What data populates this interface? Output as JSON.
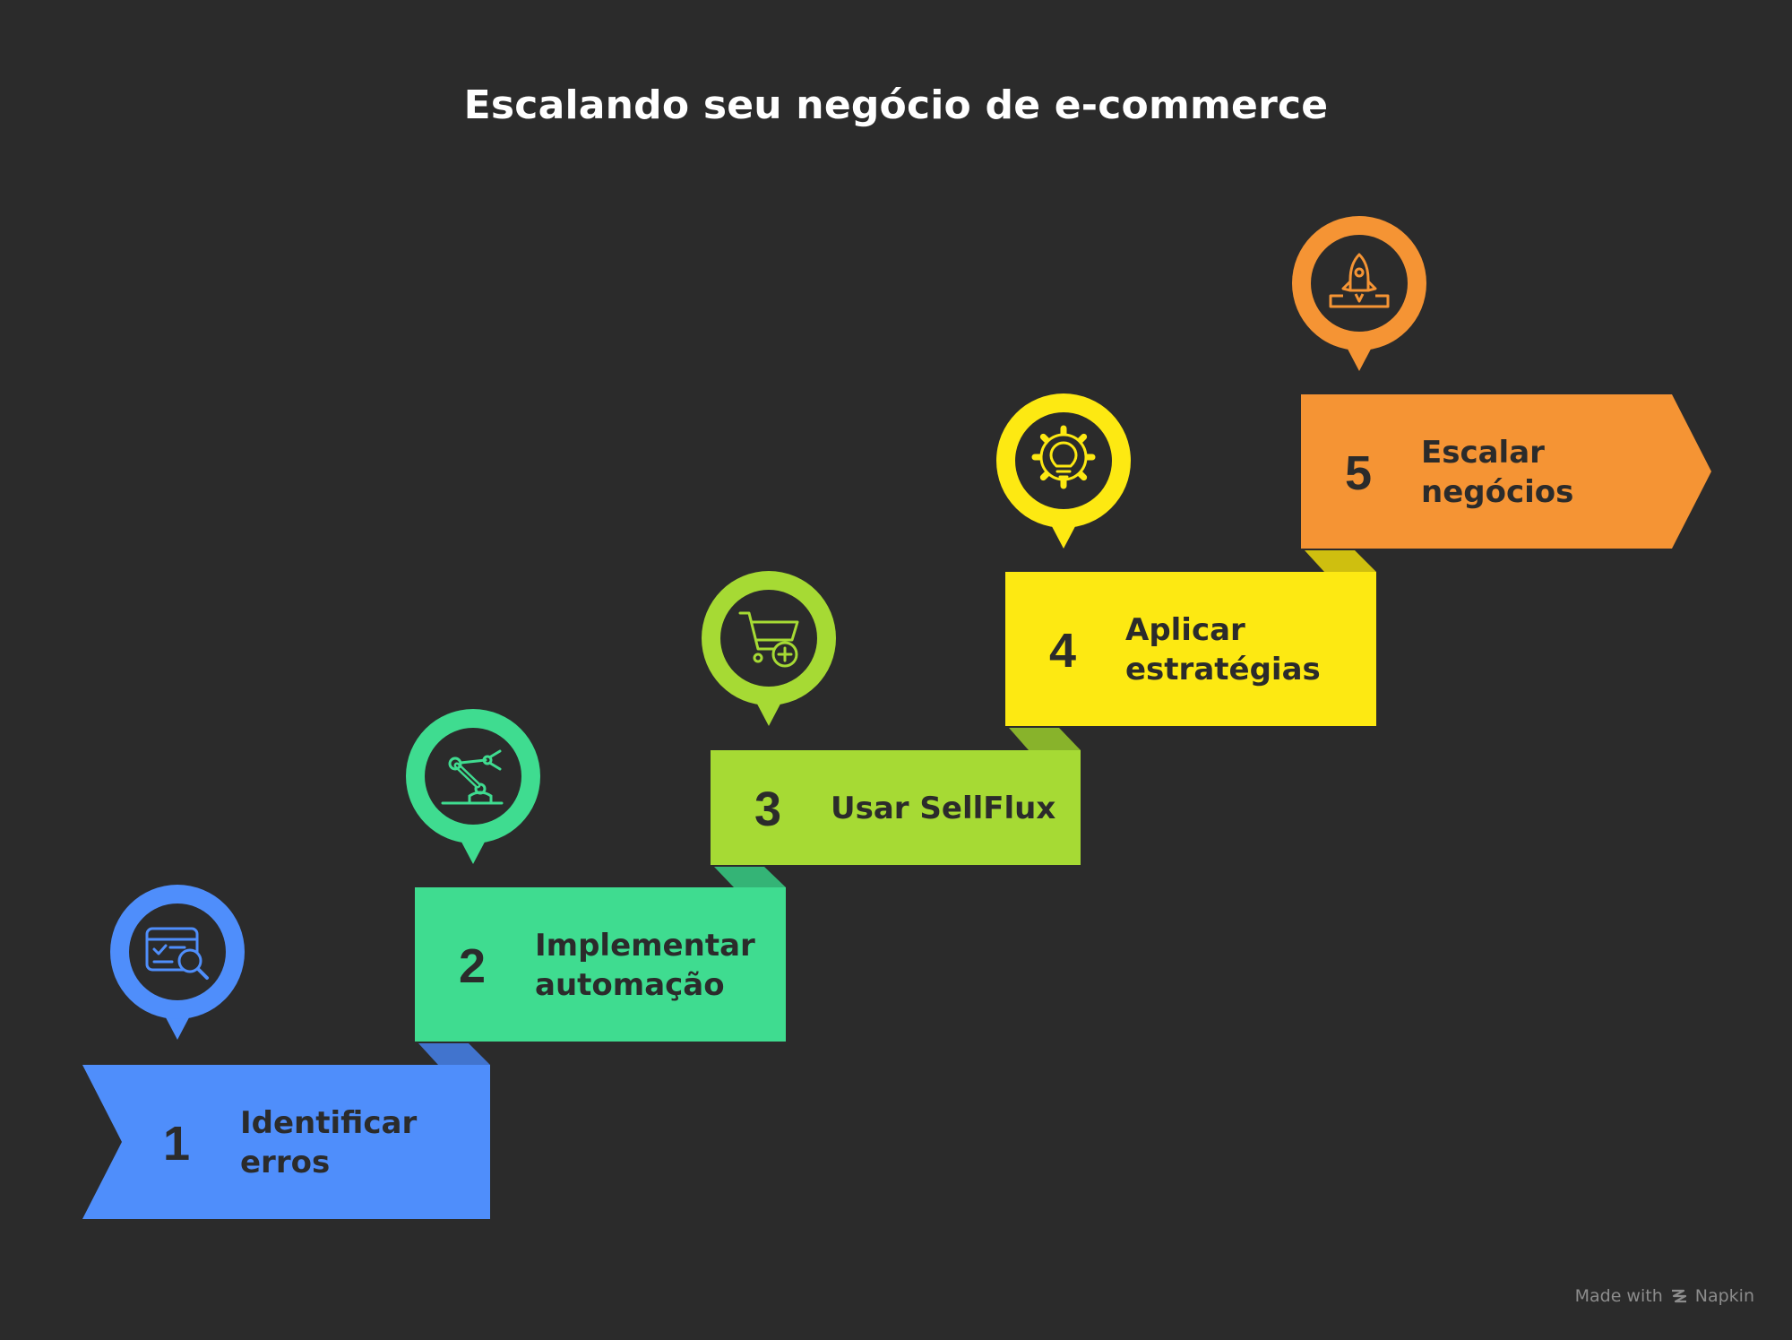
{
  "title": "Escalando seu negócio de e-commerce",
  "colors": {
    "background": "#2b2b2b",
    "text_dark": "#2b2b2b"
  },
  "steps": [
    {
      "number": "1",
      "label_lines": [
        "Identificar",
        "erros"
      ],
      "color": "#4f8efb",
      "icon": "checklist-search-icon"
    },
    {
      "number": "2",
      "label_lines": [
        "Implementar",
        "automação"
      ],
      "color": "#3fdc90",
      "icon": "robotic-arm-icon"
    },
    {
      "number": "3",
      "label_lines": [
        "Usar SellFlux"
      ],
      "color": "#a6da34",
      "icon": "cart-plus-icon"
    },
    {
      "number": "4",
      "label_lines": [
        "Aplicar",
        "estratégias"
      ],
      "color": "#fde912",
      "icon": "gear-lightbulb-icon"
    },
    {
      "number": "5",
      "label_lines": [
        "Escalar",
        "negócios"
      ],
      "color": "#f59434",
      "icon": "rocket-launch-icon"
    }
  ],
  "footer": {
    "made_with": "Made with",
    "brand": "Napkin"
  }
}
